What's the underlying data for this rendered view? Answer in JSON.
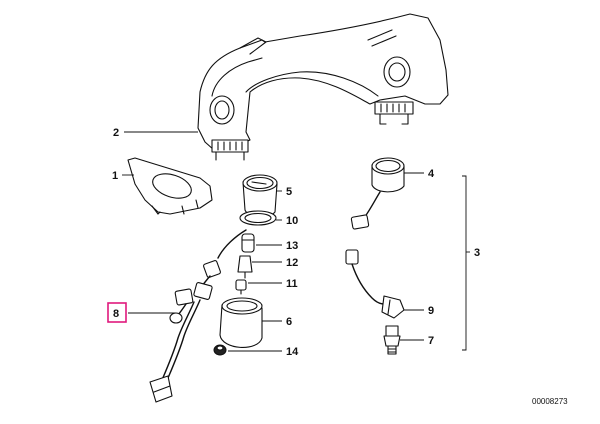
{
  "colors": {
    "highlight": "#e0197d",
    "line": "#111111",
    "background": "#ffffff"
  },
  "callouts": [
    {
      "id": "1",
      "label": "1"
    },
    {
      "id": "2",
      "label": "2"
    },
    {
      "id": "3",
      "label": "3"
    },
    {
      "id": "4",
      "label": "4"
    },
    {
      "id": "5",
      "label": "5"
    },
    {
      "id": "6",
      "label": "6"
    },
    {
      "id": "7",
      "label": "7"
    },
    {
      "id": "8",
      "label": "8",
      "highlighted": true
    },
    {
      "id": "9",
      "label": "9"
    },
    {
      "id": "10",
      "label": "10"
    },
    {
      "id": "11",
      "label": "11"
    },
    {
      "id": "12",
      "label": "12"
    },
    {
      "id": "13",
      "label": "13"
    },
    {
      "id": "14",
      "label": "14"
    }
  ],
  "reference_number": "00008273"
}
